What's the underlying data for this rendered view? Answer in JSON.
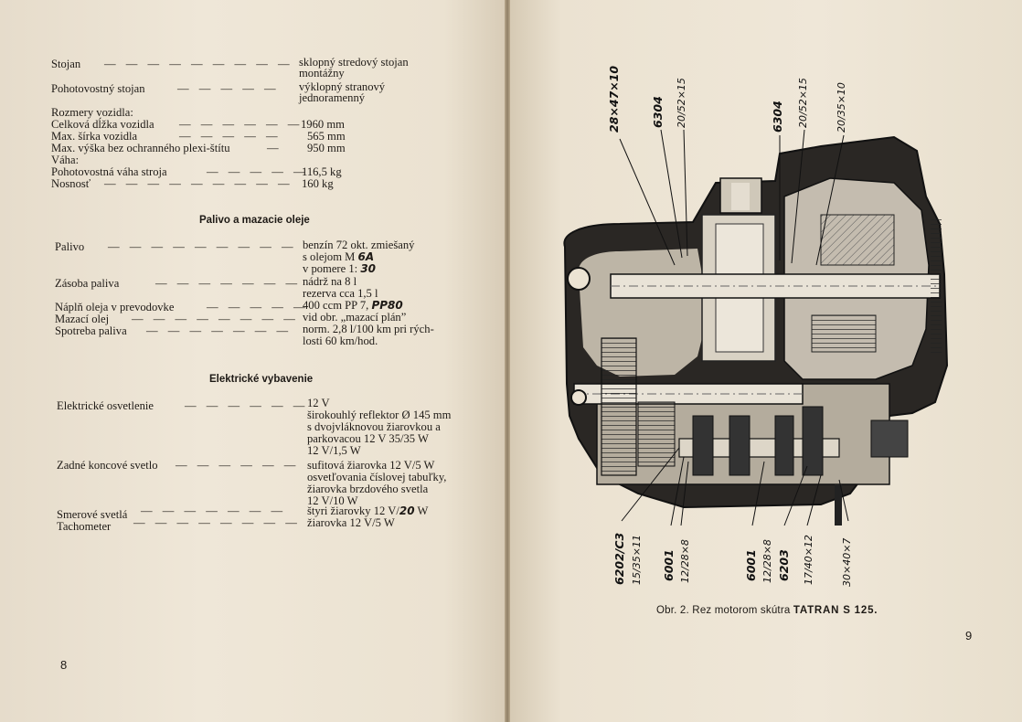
{
  "left_page": {
    "spec_rows_1": [
      {
        "label": "Stojan",
        "value_lines": [
          "sklopný stredový stojan",
          "montážny"
        ]
      },
      {
        "label": "Pohotovostný stojan",
        "value_lines": [
          "výklopný stranový",
          "jednoramenný"
        ]
      },
      {
        "label": "Rozmery vozidla:",
        "value_lines": []
      },
      {
        "label": "Celková dĺžka vozidla",
        "value_lines": [
          "1960 mm"
        ]
      },
      {
        "label": "Max. šírka vozidla",
        "value_lines": [
          "565 mm"
        ]
      },
      {
        "label": "Max. výška bez ochranného plexi-štítu",
        "value_lines": [
          "950 mm"
        ]
      },
      {
        "label": "Váha:",
        "value_lines": []
      },
      {
        "label": "Pohotovostná váha stroja",
        "value_lines": [
          "116,5 kg"
        ]
      },
      {
        "label": "Nosnosť",
        "value_lines": [
          "160 kg"
        ]
      }
    ],
    "heading_fuel": "Palivo a mazacie oleje",
    "fuel_rows": [
      {
        "label": "Palivo",
        "value_lines": [
          "benzín 72 okt. zmiešaný",
          "s olejom M",
          "v pomere 1:"
        ]
      },
      {
        "label": "Zásoba paliva",
        "value_lines": [
          "nádrž na 8 l",
          "rezerva cca 1,5 l"
        ]
      },
      {
        "label": "Náplň oleja v prevodovke",
        "value_lines": [
          "400 ccm PP 7,"
        ]
      },
      {
        "label": "Mazací olej",
        "value_lines": [
          "vid obr. „mazací plán”"
        ]
      },
      {
        "label": "Spotreba paliva",
        "value_lines": [
          "norm. 2,8 l/100 km pri rých-",
          "losti 60 km/hod."
        ]
      }
    ],
    "handwritten": {
      "oil_type": "6A",
      "ratio": "30",
      "gear_oil": "PP80",
      "bulb_watt": "20"
    },
    "heading_electric": "Elektrické vybavenie",
    "electric_rows": [
      {
        "label": "Elektrické osvetlenie",
        "value_lines": [
          "12 V",
          "širokouhlý reflektor Ø 145 mm",
          "s dvojvláknovou žiarovkou a",
          "parkovacou 12 V 35/35 W",
          "12 V/1,5 W"
        ]
      },
      {
        "label": "Zadné koncové svetlo",
        "value_lines": [
          "sufitová žiarovka 12 V/5 W",
          "osvetľovania číslovej tabuľky,",
          "žiarovka brzdového svetla",
          "12 V/10 W"
        ]
      },
      {
        "label": "Smerové svetlá",
        "value_lines": [
          "štyri žiarovky 12 V/",
          "W"
        ]
      },
      {
        "label": "Tachometer",
        "value_lines": [
          "žiarovka 12 V/5 W"
        ]
      }
    ],
    "page_number": "8"
  },
  "right_page": {
    "bearing_labels_top": [
      {
        "code": "28×47×10"
      },
      {
        "code": "6304"
      },
      {
        "code": "20/52×15"
      },
      {
        "code": "6304"
      },
      {
        "code": "20/52×15"
      },
      {
        "code": "20/35×10"
      }
    ],
    "bearing_labels_bottom": [
      {
        "code": "6202/C3"
      },
      {
        "code": "15/35×11"
      },
      {
        "code": "6001"
      },
      {
        "code": "12/28×8"
      },
      {
        "code": "6001"
      },
      {
        "code": "12/28×8"
      },
      {
        "code": "6203"
      },
      {
        "code": "17/40×12"
      },
      {
        "code": "30×40×7"
      }
    ],
    "caption_prefix": "Obr. 2. Rez motorom skútra",
    "caption_model": "TATRAN S 125.",
    "page_number": "9"
  },
  "colors": {
    "paper": "#ece3d3",
    "ink": "#1e1a16",
    "background": "#7d6e58"
  }
}
